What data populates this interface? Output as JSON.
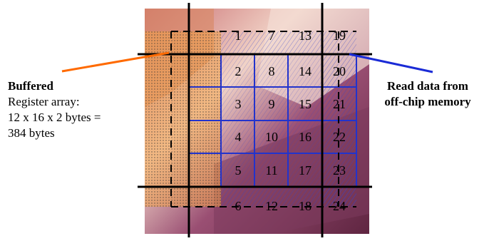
{
  "annotations": {
    "left": {
      "title": "Buffered",
      "lines": [
        "Register array:",
        "12 x 16 x 2 bytes =",
        "384 bytes"
      ]
    },
    "right": {
      "lines": [
        "Read data from",
        "off-chip memory"
      ]
    }
  },
  "grid": {
    "inner_cells": [
      "2",
      "8",
      "14",
      "20",
      "3",
      "9",
      "15",
      "21",
      "4",
      "10",
      "16",
      "22",
      "5",
      "11",
      "17",
      "23"
    ],
    "top_row": [
      "1",
      "7",
      "13",
      "19"
    ],
    "bottom_row": [
      "6",
      "12",
      "18",
      "24"
    ]
  },
  "colors": {
    "buffered_arrow": "#ff6a00",
    "read_arrow": "#1a2bd6",
    "grid_blue": "#2233cc",
    "frame": "#000000"
  }
}
